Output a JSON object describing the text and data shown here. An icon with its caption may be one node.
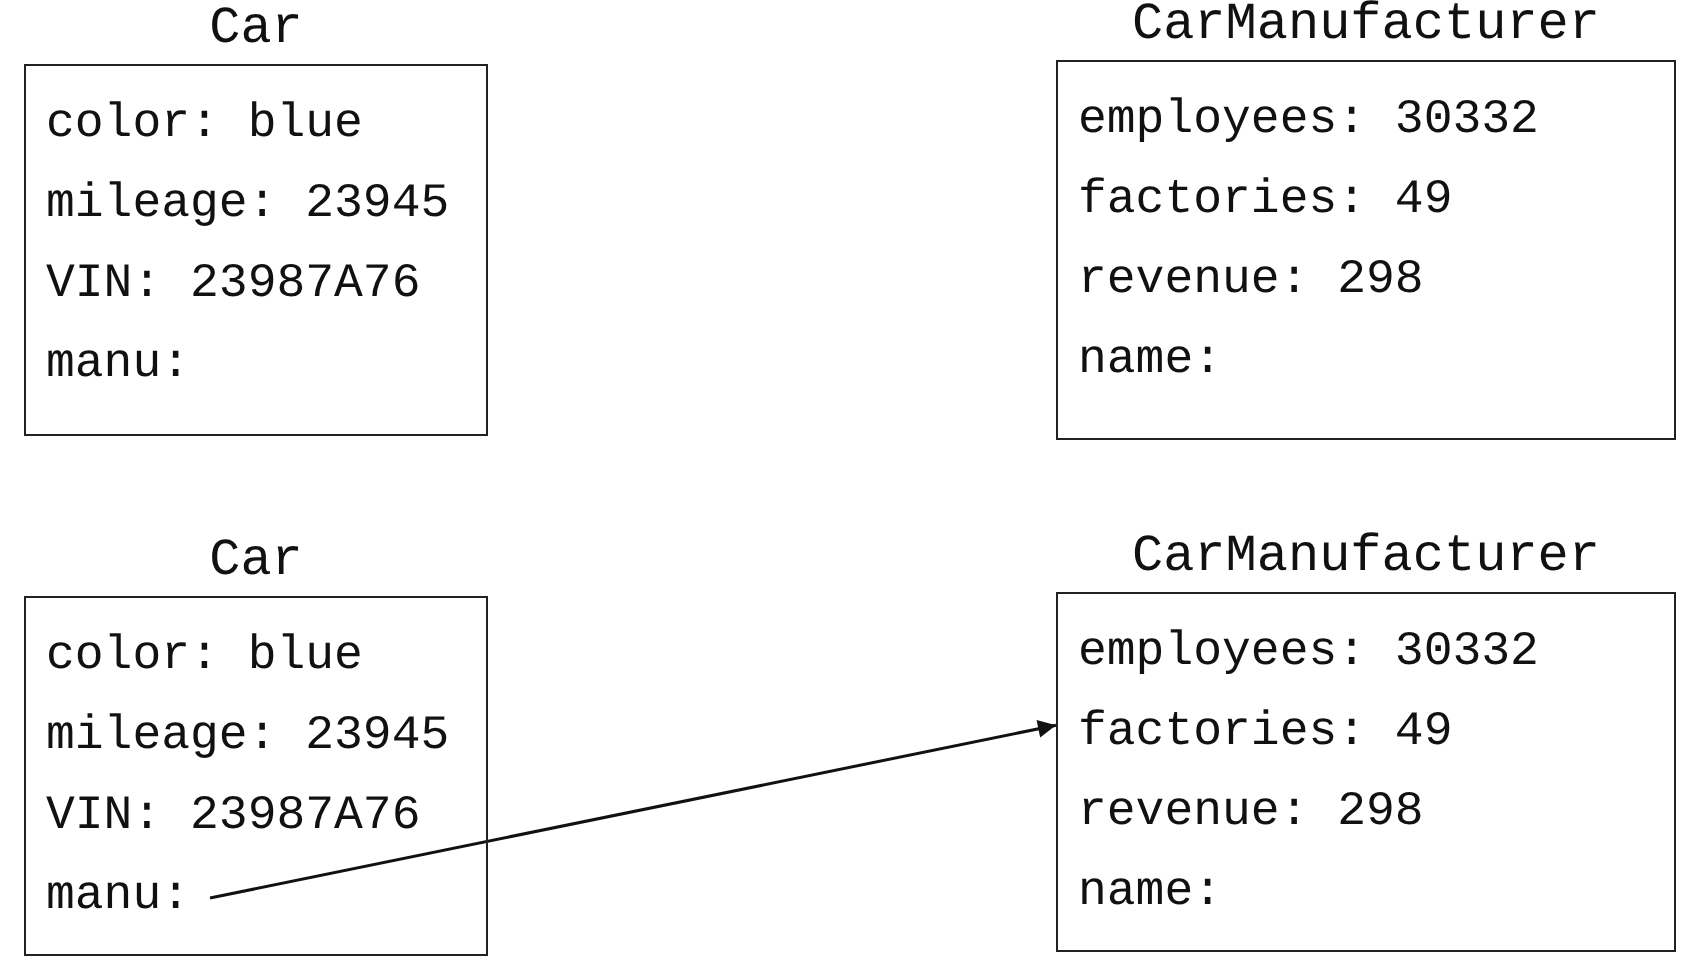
{
  "diagram": {
    "nodes": [
      {
        "text": [
          "Car",
          "color: blue",
          "mileage: 23945",
          "VIN: 23987A76",
          "manu:"
        ]
      },
      {
        "text": [
          "CarManufacturer",
          "employees: 30332",
          "factories: 49",
          "revenue: 298",
          "name:"
        ]
      },
      {
        "text": [
          "Car",
          "color: blue",
          "mileage: 23945",
          "VIN: 23987A76",
          "manu:"
        ]
      },
      {
        "text": [
          "CarManufacturer",
          "employees: 30332",
          "factories: 49",
          "revenue: 298",
          "name:"
        ]
      }
    ],
    "edges": [
      {
        "from": 2,
        "to": 3,
        "arrow": "to"
      }
    ]
  }
}
